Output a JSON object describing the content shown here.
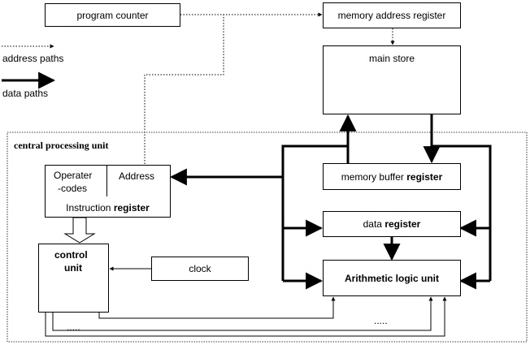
{
  "legend": {
    "address_paths": "address paths",
    "data_paths": "data paths"
  },
  "components": {
    "program_counter": "program counter",
    "memory_address_register": "memory address register",
    "main_store": "main store",
    "cpu": "central processing unit",
    "instruction_register": {
      "opcodes_line1": "Operater",
      "opcodes_line2": "-codes",
      "address": "Address",
      "title_plain": "Instruction ",
      "title_bold": "register"
    },
    "memory_buffer_register": {
      "plain": "memory buffer ",
      "bold": "register"
    },
    "data_register": {
      "plain": "data ",
      "bold": "register"
    },
    "alu": "Arithmetic logic unit",
    "control_unit_line1": "control",
    "control_unit_line2": "unit",
    "clock": "clock",
    "ellipsis_left": ".....",
    "ellipsis_right": "....."
  }
}
